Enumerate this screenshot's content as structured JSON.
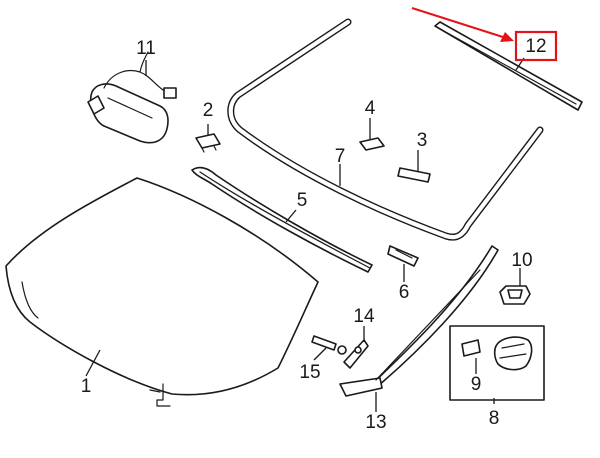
{
  "diagram": {
    "callouts": [
      {
        "id": "c1",
        "label": "1"
      },
      {
        "id": "c2",
        "label": "2"
      },
      {
        "id": "c3",
        "label": "3"
      },
      {
        "id": "c4",
        "label": "4"
      },
      {
        "id": "c5",
        "label": "5"
      },
      {
        "id": "c6",
        "label": "6"
      },
      {
        "id": "c7",
        "label": "7"
      },
      {
        "id": "c8",
        "label": "8"
      },
      {
        "id": "c9",
        "label": "9"
      },
      {
        "id": "c10",
        "label": "10"
      },
      {
        "id": "c11",
        "label": "11"
      },
      {
        "id": "c12",
        "label": "12"
      },
      {
        "id": "c13",
        "label": "13"
      },
      {
        "id": "c14",
        "label": "14"
      },
      {
        "id": "c15",
        "label": "15"
      }
    ],
    "highlight": {
      "callout": "12",
      "color": "#e4131a"
    },
    "line_color": "#1a1a1a"
  }
}
